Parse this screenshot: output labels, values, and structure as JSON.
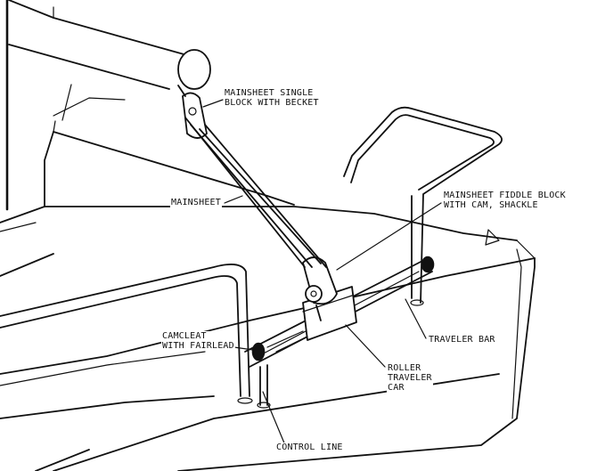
{
  "labels": {
    "single_block": [
      "MAINSHEET SINGLE",
      "BLOCK WITH BECKET"
    ],
    "mainsheet": "MAINSHEET",
    "fiddle_block": [
      "MAINSHEET FIDDLE BLOCK",
      "WITH CAM, SHACKLE"
    ],
    "camcleat": [
      "CAMCLEAT",
      "WITH FAIRLEAD"
    ],
    "traveler_bar": "TRAVELER BAR",
    "roller_car": [
      "ROLLER",
      "TRAVELER",
      "CAR"
    ],
    "control_line": "CONTROL LINE"
  }
}
